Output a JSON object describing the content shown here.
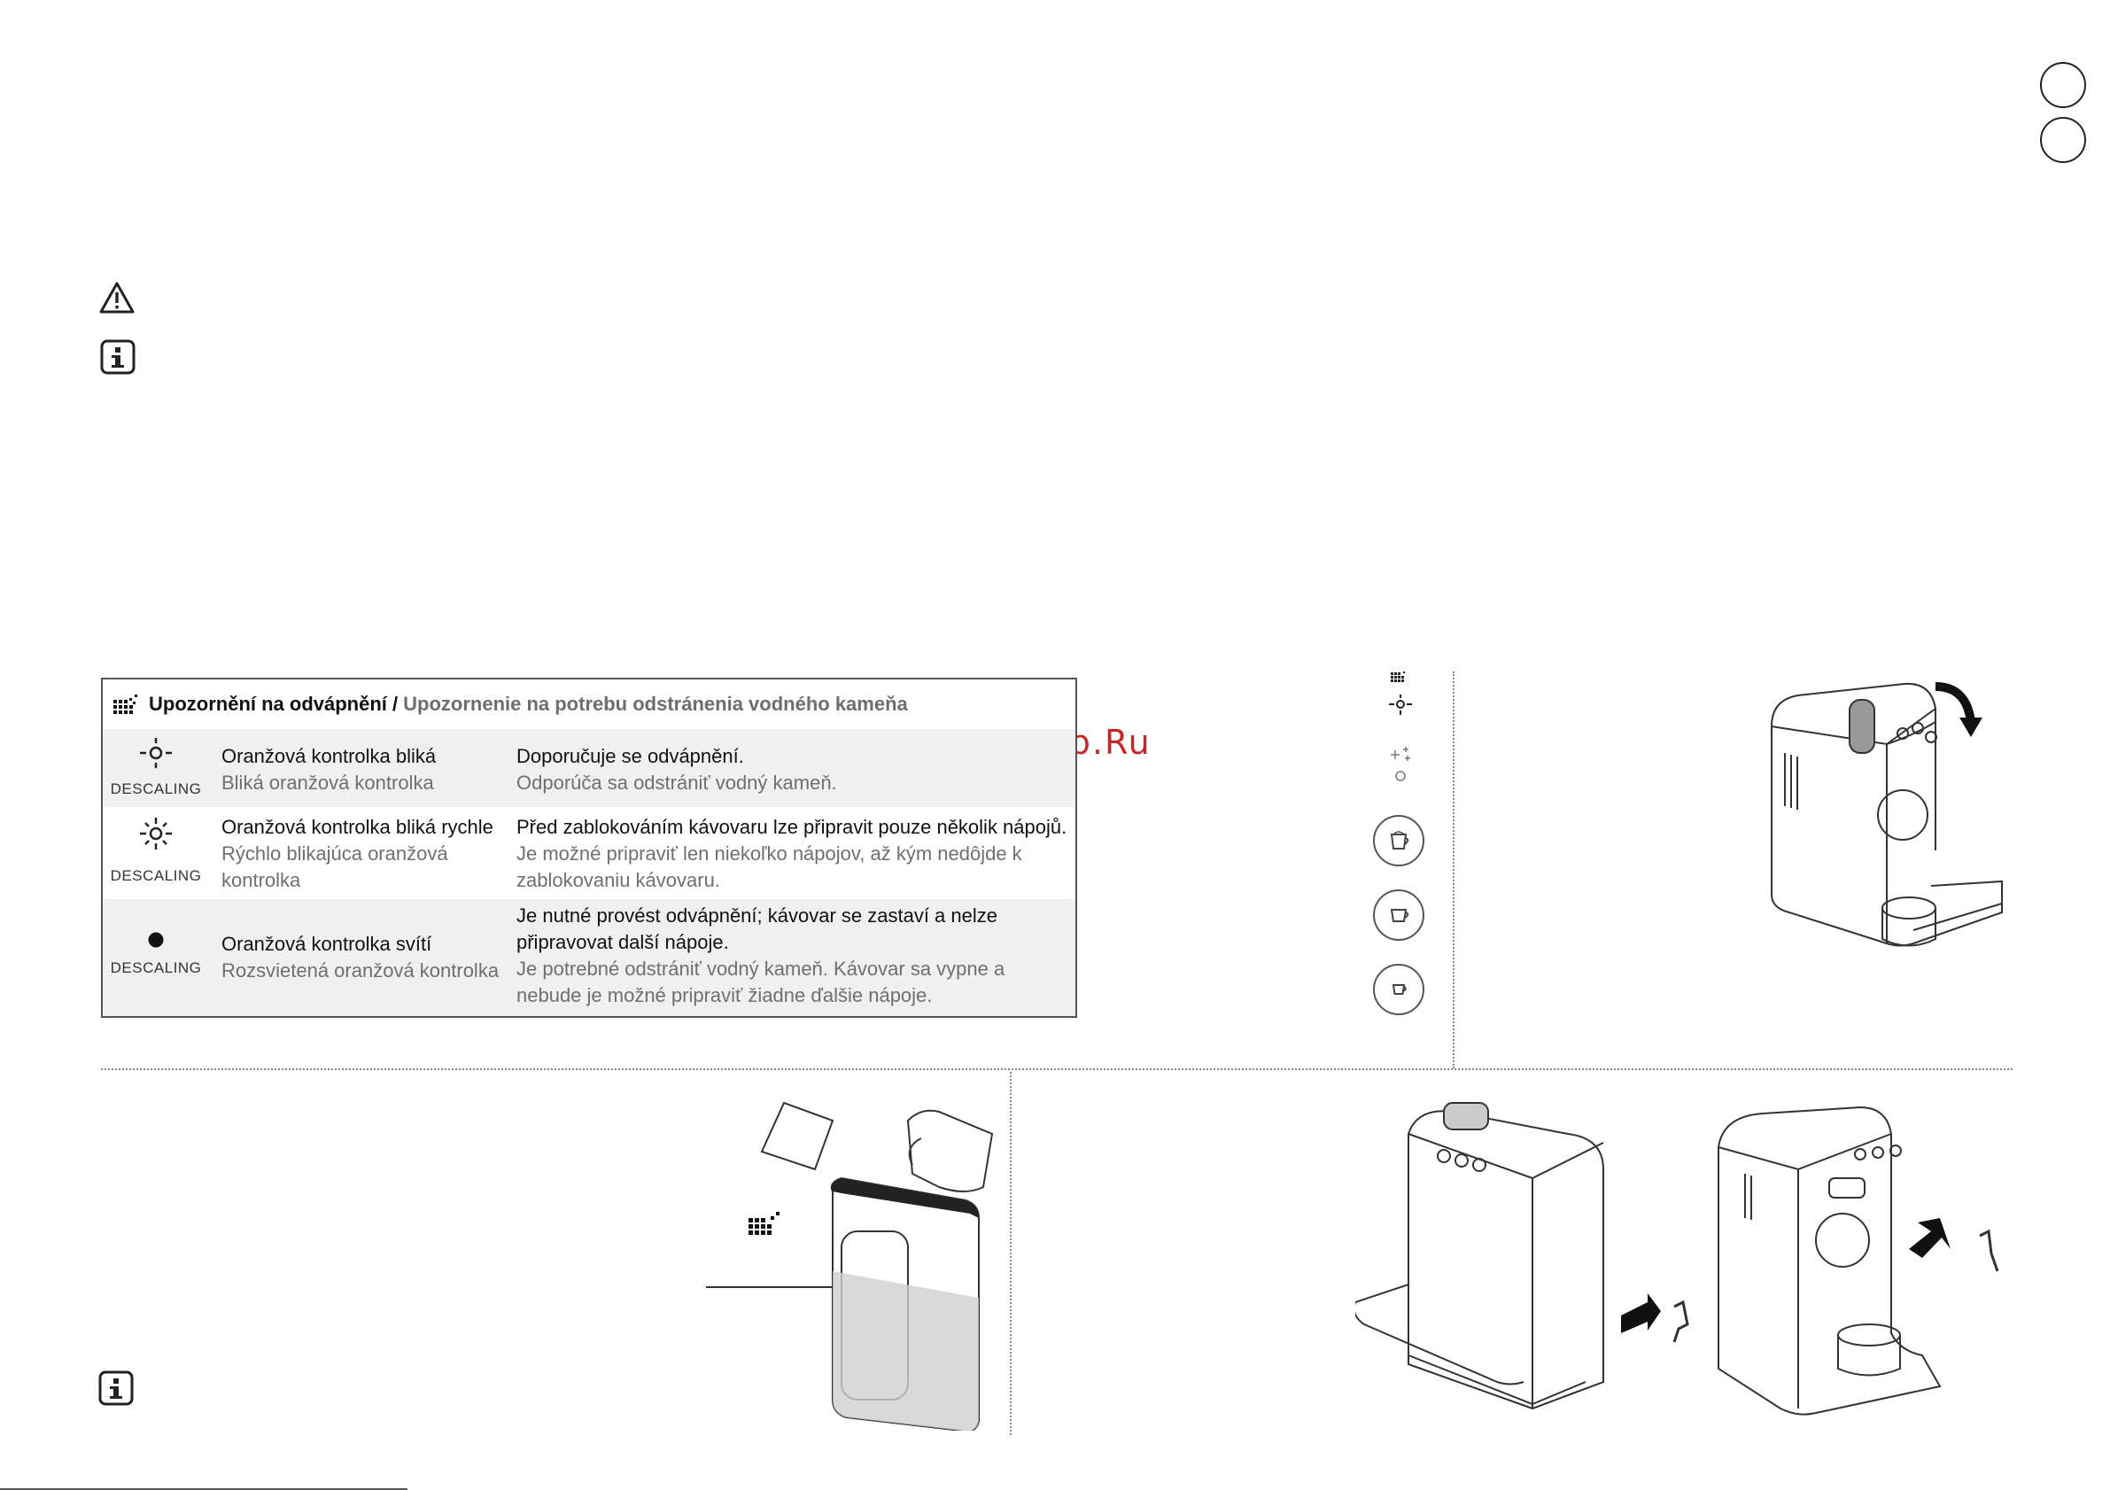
{
  "watermark": "McGrp.Ru",
  "table": {
    "header_cz": "Upozornění na odvápnění /",
    "header_sk": "Upozornenie na potrebu odstránenia vodného kameňa",
    "rows": [
      {
        "label": "DESCALING",
        "col1_cz": "Oranžová kontrolka bliká",
        "col1_sk": "Bliká oranžová kontrolka",
        "col2_cz": "Doporučuje se odvápnění.",
        "col2_sk": "Odporúča sa odstrániť vodný kameň."
      },
      {
        "label": "DESCALING",
        "col1_cz": "Oranžová kontrolka bliká rychle",
        "col1_sk": "Rýchlo blikajúca oranžová kontrolka",
        "col2_cz": "Před zablokováním kávovaru lze připravit pouze několik nápojů.",
        "col2_sk": "Je možné pripraviť len niekoľko nápojov, až kým nedôjde k zablokovaniu kávovaru."
      },
      {
        "label": "DESCALING",
        "col1_cz": "Oranžová kontrolka svítí",
        "col1_sk": "Rozsvietená oranžová kontrolka",
        "col2_cz": "Je nutné provést odvápnění; kávovar se zastaví a nelze připravovat další nápoje.",
        "col2_sk": "Je potrebné odstrániť vodný kameň. Kávovar sa vypne a nebude je možné pripraviť žiadne ďalšie nápoje."
      }
    ]
  },
  "icons": {
    "warning": "warning-triangle-icon",
    "info": "info-icon",
    "descaling": "descaling-icon",
    "language": "language-circle"
  }
}
